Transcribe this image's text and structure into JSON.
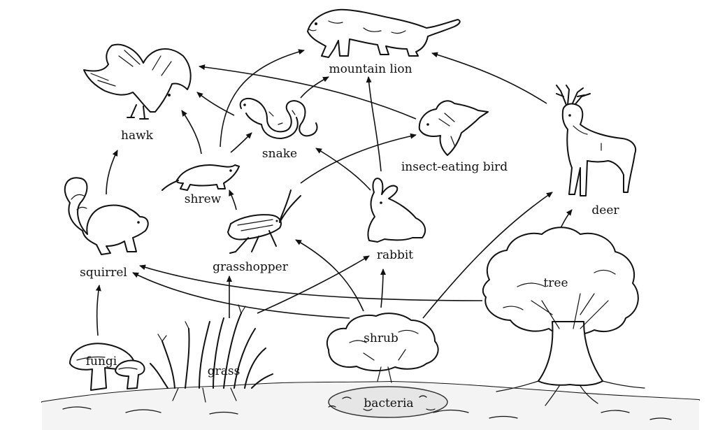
{
  "diagram": {
    "organisms": {
      "mountain_lion": "mountain lion",
      "hawk": "hawk",
      "snake": "snake",
      "insect_eating_bird": "insect-eating bird",
      "deer": "deer",
      "shrew": "shrew",
      "squirrel": "squirrel",
      "grasshopper": "grasshopper",
      "rabbit": "rabbit",
      "tree": "tree",
      "shrub": "shrub",
      "fungi": "fungi",
      "grass": "grass",
      "bacteria": "bacteria"
    },
    "links": [
      [
        "fungi",
        "squirrel"
      ],
      [
        "grass",
        "grasshopper"
      ],
      [
        "grass",
        "rabbit"
      ],
      [
        "shrub",
        "grasshopper"
      ],
      [
        "shrub",
        "rabbit"
      ],
      [
        "shrub",
        "squirrel"
      ],
      [
        "shrub",
        "deer"
      ],
      [
        "tree",
        "squirrel"
      ],
      [
        "tree",
        "deer"
      ],
      [
        "squirrel",
        "hawk"
      ],
      [
        "shrew",
        "hawk"
      ],
      [
        "shrew",
        "snake"
      ],
      [
        "shrew",
        "mountain_lion"
      ],
      [
        "grasshopper",
        "shrew"
      ],
      [
        "grasshopper",
        "insect_eating_bird"
      ],
      [
        "rabbit",
        "snake"
      ],
      [
        "rabbit",
        "mountain_lion"
      ],
      [
        "snake",
        "hawk"
      ],
      [
        "snake",
        "mountain_lion"
      ],
      [
        "insect_eating_bird",
        "hawk"
      ],
      [
        "deer",
        "mountain_lion"
      ]
    ]
  }
}
